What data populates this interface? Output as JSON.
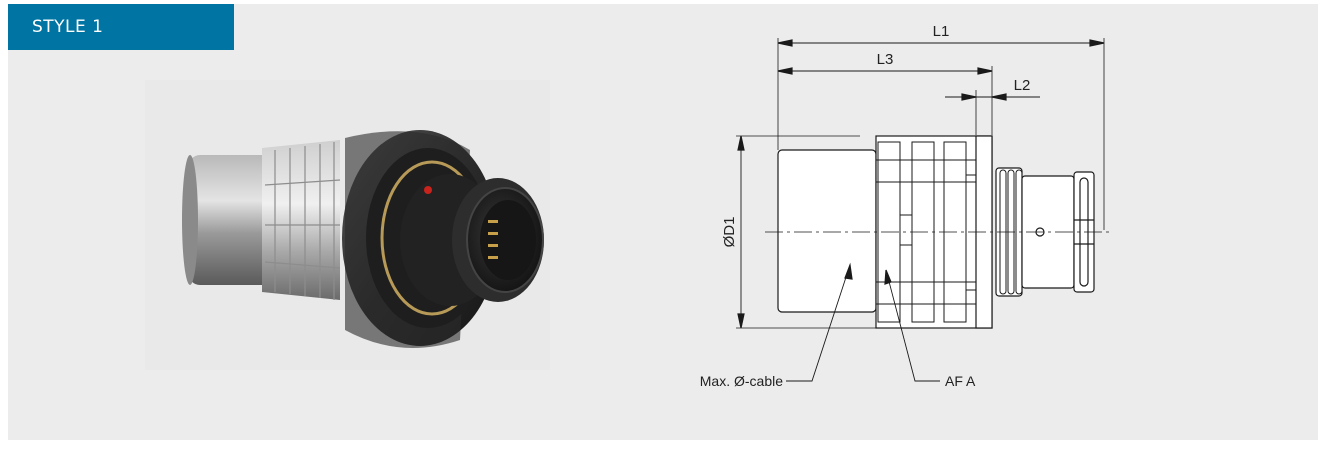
{
  "header": {
    "style_label": "STYLE 1"
  },
  "drawing": {
    "dim_l1": "L1",
    "dim_l3": "L3",
    "dim_l2": "L2",
    "dim_d1": "ØD1",
    "callout_cable": "Max. Ø-cable",
    "callout_af": "AF A"
  },
  "icons": {
    "product": "connector-photo-illustration"
  },
  "colors": {
    "tab_blue": "#0074a2",
    "panel_gray": "#ececec"
  }
}
